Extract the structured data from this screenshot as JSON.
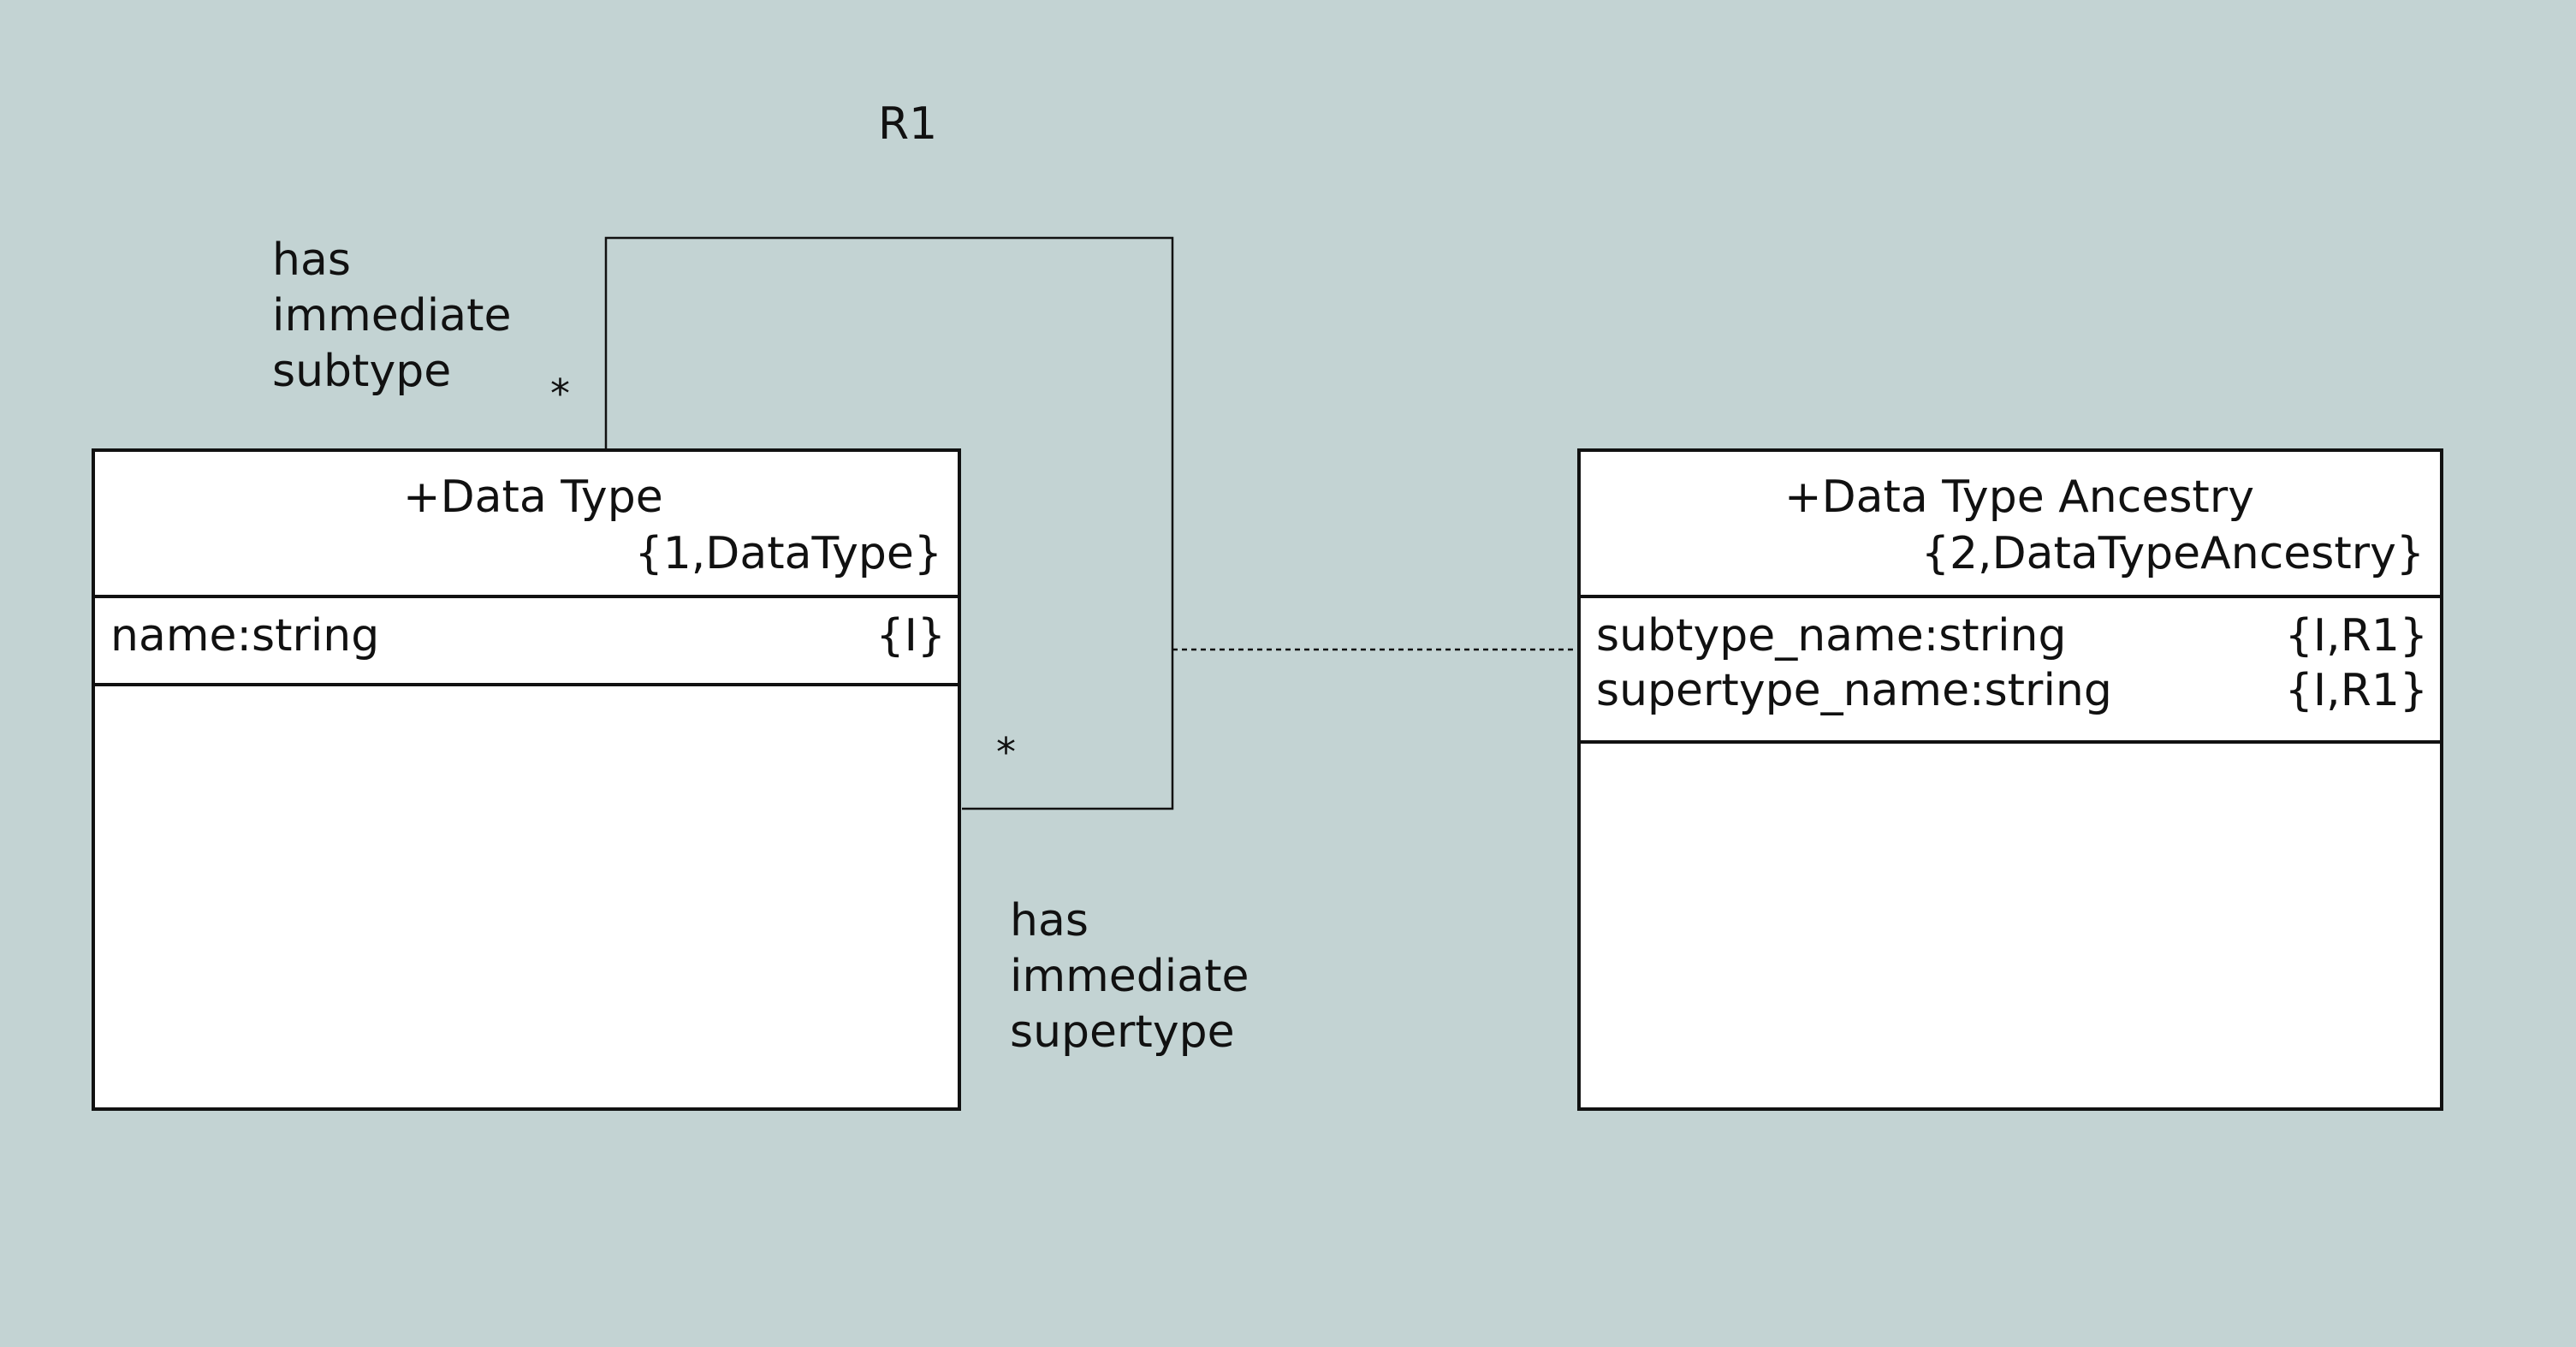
{
  "relationship": {
    "label": "R1",
    "subtype_role": [
      "has",
      "immediate",
      "subtype"
    ],
    "supertype_role": [
      "has",
      "immediate",
      "supertype"
    ],
    "subtype_multiplicity": "*",
    "supertype_multiplicity": "*"
  },
  "data_type_class": {
    "name": "+Data Type",
    "key": "{1,DataType}",
    "attributes": [
      {
        "name": "name:string",
        "tag": "{I}"
      }
    ]
  },
  "ancestry_class": {
    "name": "+Data Type Ancestry",
    "key": "{2,DataTypeAncestry}",
    "attributes": [
      {
        "name": "subtype_name:string",
        "tag": "{I,R1}"
      },
      {
        "name": "supertype_name:string",
        "tag": "{I,R1}"
      }
    ]
  },
  "colors": {
    "background": "#c3d3d3",
    "line": "#111111",
    "box_fill": "#ffffff"
  }
}
